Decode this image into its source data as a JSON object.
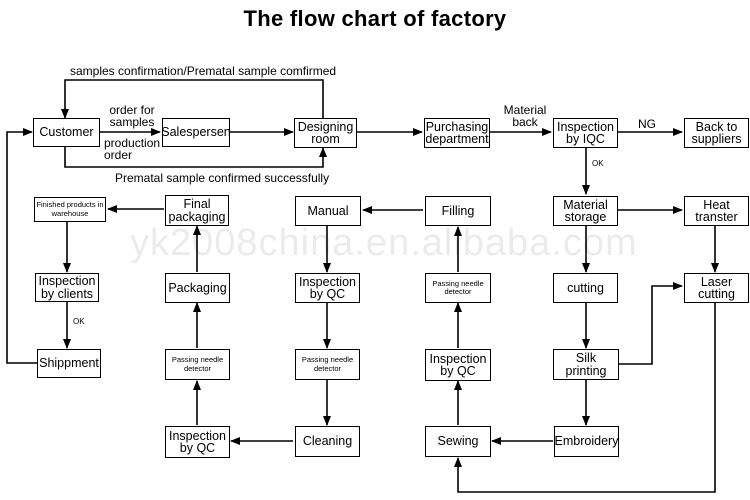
{
  "title": "The flow chart of   factory",
  "watermark": "yk2008china.en.alibaba.com",
  "nodes": {
    "customer": "Customer",
    "salesperson": "Salespersen",
    "designing_room": "Designing room",
    "purchasing": "Purchasing department",
    "inspection_iqc": "Inspection by IQC",
    "back_to_suppliers": "Back to suppliers",
    "finished_warehouse": "Finished products in warehouse",
    "final_packaging": "Final packaging",
    "manual": "Manual",
    "filling": "Filling",
    "material_storage": "Material storage",
    "heat_transfer": "Heat transter",
    "inspection_clients": "Inspection by clients",
    "packaging": "Packaging",
    "inspection_qc_1": "Inspection by QC",
    "passing_needle_1": "Passing needle detector",
    "cutting": "cutting",
    "laser_cutting": "Laser cutting",
    "shippment": "Shippment",
    "passing_needle_2": "Passing needle detector",
    "passing_needle_3": "Passing needle detector",
    "inspection_qc_2": "Inspection by QC",
    "silk_printing": "Silk printing",
    "inspection_qc_3": "Inspection by QC",
    "cleaning": "Cleaning",
    "sewing": "Sewing",
    "embroidery": "Embroidery"
  },
  "labels": {
    "samples_confirmation": "samples confirmation/Prematal sample comfirmed",
    "order_for_samples": "order for samples",
    "production_order": "production order",
    "prematal_confirmed": "Prematal sample confirmed successfully",
    "material_back": "Material back",
    "ng": "NG",
    "ok_iqc": "OK",
    "ok_clients": "OK"
  }
}
